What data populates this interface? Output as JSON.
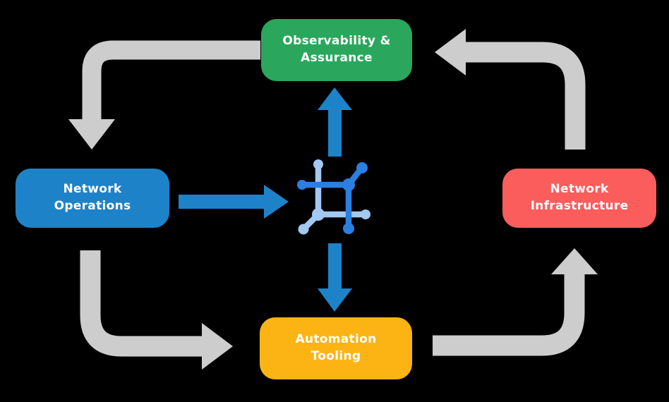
{
  "colors": {
    "background": "#000000",
    "arrow_gray": "#CDCDCD",
    "arrow_blue": "#1E82C8",
    "icon_dark_blue": "#2B7FE0",
    "icon_light_blue": "#A3C8F2",
    "node_text": "#FFFFFF",
    "observability_green": "#2AA75C",
    "operations_blue": "#1E82C8",
    "infrastructure_red": "#FB5C5C",
    "automation_yellow": "#FCB414"
  },
  "nodes": {
    "observability": {
      "label": "Observability &\nAssurance",
      "color": "#2AA75C"
    },
    "operations": {
      "label": "Network\nOperations",
      "color": "#1E82C8"
    },
    "infrastructure": {
      "label": "Network\nInfrastructure",
      "color": "#FB5C5C"
    },
    "automation": {
      "label": "Automation\nTooling",
      "color": "#FCB414"
    }
  },
  "center_icon": "network-automation-icon",
  "flows": [
    {
      "from": "observability",
      "to": "operations",
      "style": "gray-elbow"
    },
    {
      "from": "operations",
      "to": "automation",
      "style": "gray-elbow"
    },
    {
      "from": "automation",
      "to": "infrastructure",
      "style": "gray-elbow"
    },
    {
      "from": "infrastructure",
      "to": "observability",
      "style": "gray-elbow"
    },
    {
      "from": "operations",
      "to": "center-icon",
      "style": "blue-straight"
    },
    {
      "from": "center-icon",
      "to": "observability",
      "style": "blue-straight"
    },
    {
      "from": "center-icon",
      "to": "automation",
      "style": "blue-straight"
    }
  ]
}
